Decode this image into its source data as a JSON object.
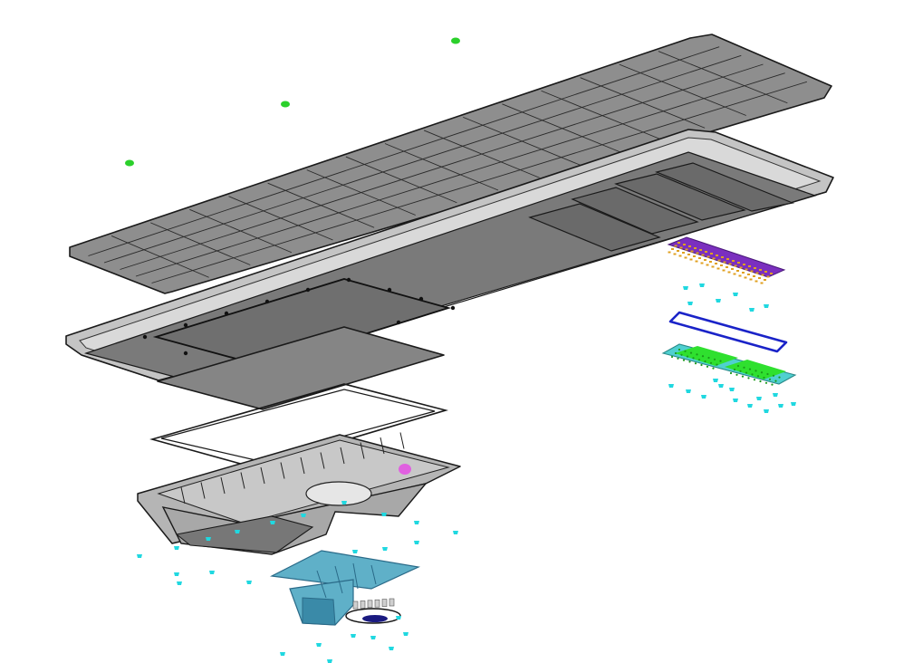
{
  "scene": {
    "colors": {
      "background": "#ffffff",
      "panel_fill": "#8e8e8e",
      "panel_dark": "#6f6f6f",
      "outline": "#1a1a1a",
      "frame_fill": "#c4c4c4",
      "frame_light": "#d9d9d9",
      "window_fill": "#7a7a7a",
      "cover_fill": "#858585",
      "housing_fill": "#b5b5b5",
      "housing_dark": "#8a8a8a",
      "pcb_purple": "#7b2fbf",
      "pcb_chips": "#e0a020",
      "gasket_blue": "#1a23c8",
      "heatsink_teal": "#4fd0d0",
      "led_green": "#2fe02f",
      "screw_cyan": "#20d8e0",
      "bracket_teal": "#5fb0c8",
      "bracket_dark": "#3a8aa8",
      "sensor_magenta": "#e060e0",
      "marker_green": "#2bd02b",
      "lens_navy": "#1a1a80"
    },
    "components": [
      "solar-panel",
      "light-housing-frame",
      "battery-cover-plate",
      "cover-gasket",
      "battery-housing",
      "led-pcb-board",
      "led-gasket",
      "led-heatsink-module",
      "mounting-bracket",
      "bracket-clamp-ring"
    ]
  }
}
